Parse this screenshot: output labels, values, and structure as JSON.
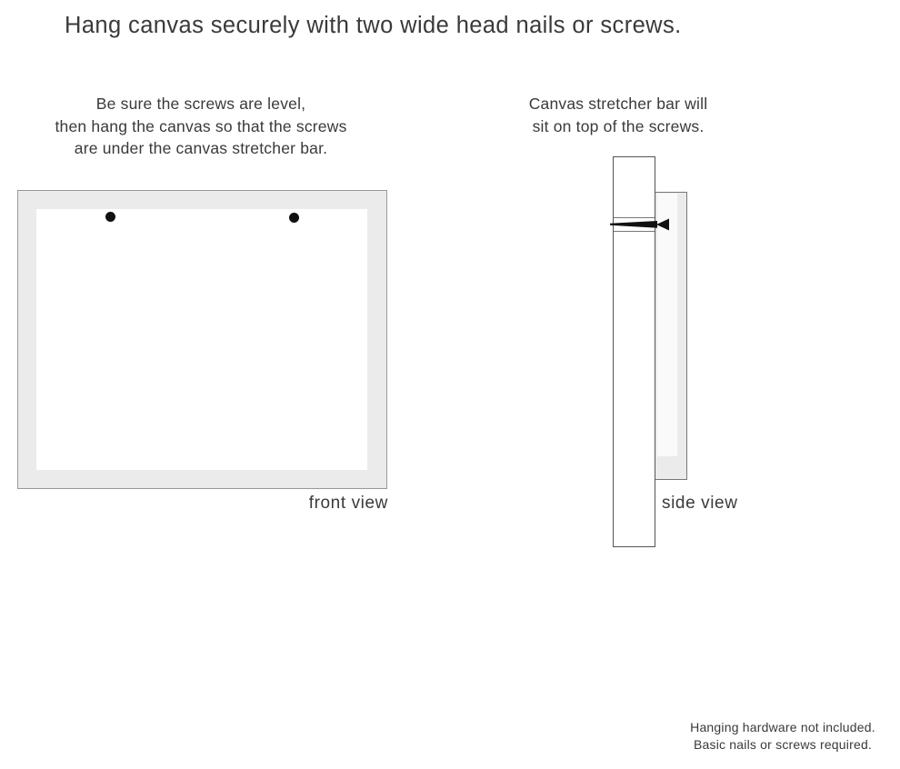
{
  "title": "Hang canvas securely with two wide head nails or screws.",
  "instructions": {
    "front": {
      "lines": [
        "Be sure the screws are level,",
        "then hang the canvas so that the screws",
        "are under the canvas stretcher bar."
      ]
    },
    "side": {
      "lines": [
        "Canvas stretcher bar will",
        "sit on top of the screws."
      ]
    }
  },
  "diagrams": {
    "front_view": {
      "label": "front view",
      "screw_count": 2,
      "parts": [
        "canvas-frame",
        "canvas-inner",
        "screw-head-left",
        "screw-head-right"
      ]
    },
    "side_view": {
      "label": "side view",
      "parts": [
        "wall-bar",
        "canvas-edge",
        "nail"
      ]
    }
  },
  "footnote": {
    "lines": [
      "Hanging hardware not included.",
      "Basic nails or screws required."
    ]
  },
  "colors": {
    "text": "#3a3a3a",
    "canvas_frame": "#ebebeb",
    "canvas_inner": "#ffffff",
    "outline_light": "#999999",
    "outline_mid": "#777777",
    "outline_dark": "#555555",
    "nail": "#111111"
  }
}
